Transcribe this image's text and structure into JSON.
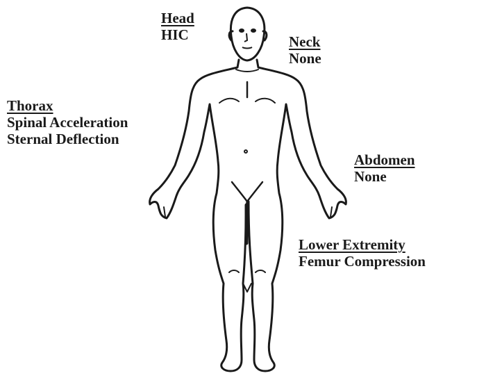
{
  "regions": {
    "head": {
      "title": "Head",
      "measures": [
        "HIC"
      ]
    },
    "neck": {
      "title": "Neck",
      "measures": [
        "None"
      ]
    },
    "thorax": {
      "title": "Thorax",
      "measures": [
        "Spinal Acceleration",
        "Sternal Deflection"
      ]
    },
    "abdomen": {
      "title": "Abdomen",
      "measures": [
        "None"
      ]
    },
    "lower_extremity": {
      "title": "Lower Extremity",
      "measures": [
        "Femur Compression"
      ]
    }
  },
  "colors": {
    "ink": "#1a1a1a",
    "background": "#ffffff"
  }
}
